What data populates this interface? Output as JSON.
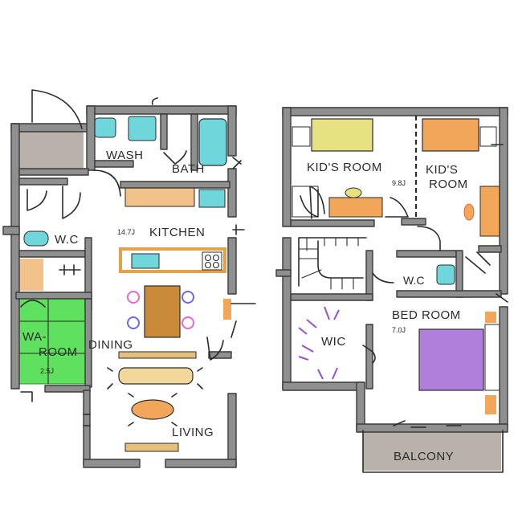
{
  "floor1": {
    "labels": {
      "wash": "WASH",
      "bath": "BATH",
      "kitchen_size": "14.7J",
      "kitchen": "KITCHEN",
      "wc": "W.C",
      "wa_line1": "WA-",
      "wa_line2": "ROOM",
      "wa_size": "2.5J",
      "dining": "DINING",
      "living": "LIVING"
    }
  },
  "floor2": {
    "labels": {
      "kids1": "KID'S ROOM",
      "kids1_size": "9.8J",
      "kids2_line1": "KID'S",
      "kids2_line2": "ROOM",
      "wc": "W.C",
      "bedroom": "BED ROOM",
      "bedroom_size": "7.0J",
      "wic": "WIC",
      "balcony": "BALCONY"
    }
  },
  "colors": {
    "wall": "#8f8f8f",
    "yellow": "#e6e282",
    "orange": "#f2a65a",
    "cyan": "#6fd6dc",
    "green": "#5fe05f",
    "purple": "#b07fdc",
    "brown": "#c98a3a",
    "gray": "#b8b2aa"
  }
}
